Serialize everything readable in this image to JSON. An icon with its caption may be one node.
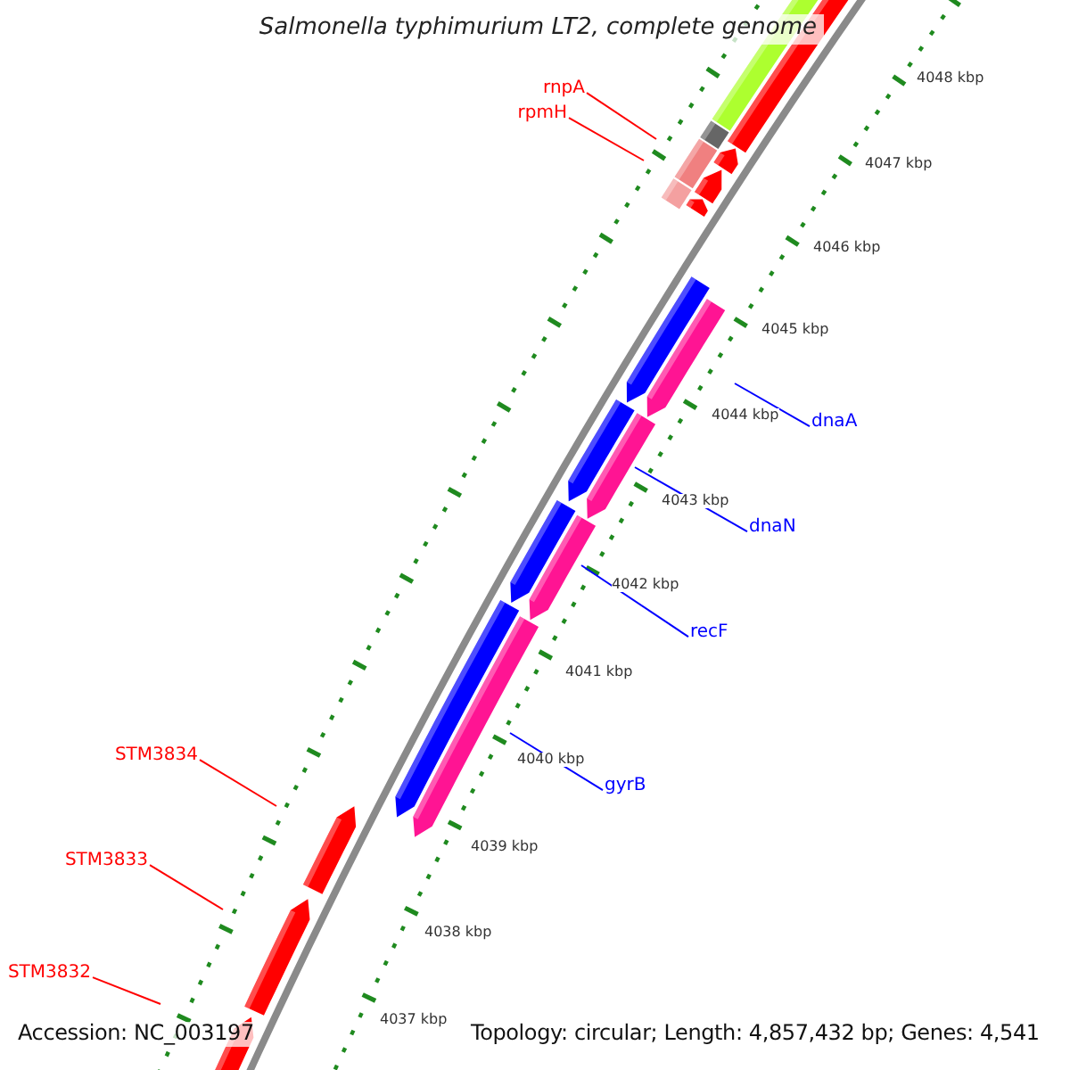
{
  "diagram": {
    "title": "Salmonella typhimurium LT2, complete genome",
    "nodes": [
      {
        "text": [
          "rnpA"
        ]
      },
      {
        "text": [
          "rpmH"
        ]
      },
      {
        "text": [
          "dnaA"
        ]
      },
      {
        "text": [
          "dnaN"
        ]
      },
      {
        "text": [
          "recF"
        ]
      },
      {
        "text": [
          "gyrB"
        ]
      },
      {
        "text": [
          "STM3834"
        ]
      },
      {
        "text": [
          "STM3833"
        ]
      },
      {
        "text": [
          "STM3832"
        ]
      }
    ],
    "edges": [
      {
        "from": 0,
        "to": null,
        "arrow": "none"
      },
      {
        "from": 1,
        "to": null,
        "arrow": "none"
      },
      {
        "from": 2,
        "to": null,
        "arrow": "none",
        "color": "#0000ff"
      },
      {
        "from": 3,
        "to": null,
        "arrow": "none",
        "color": "#0000ff"
      },
      {
        "from": 4,
        "to": null,
        "arrow": "none",
        "color": "#0000ff"
      },
      {
        "from": 5,
        "to": null,
        "arrow": "none",
        "color": "#0000ff"
      },
      {
        "from": 6,
        "to": null,
        "arrow": "none"
      },
      {
        "from": 7,
        "to": null,
        "arrow": "none"
      },
      {
        "from": 8,
        "to": null,
        "arrow": "none"
      }
    ],
    "labels": [
      "4048 kbp",
      "4047 kbp",
      "4046 kbp",
      "4045 kbp",
      "4044 kbp",
      "4043 kbp",
      "4042 kbp",
      "4041 kbp",
      "4040 kbp",
      "4039 kbp",
      "4038 kbp",
      "4037 kbp",
      "Accession: NC_003197",
      "Topology: circular; Length: 4,857,432 bp; Genes: 4,541"
    ]
  }
}
